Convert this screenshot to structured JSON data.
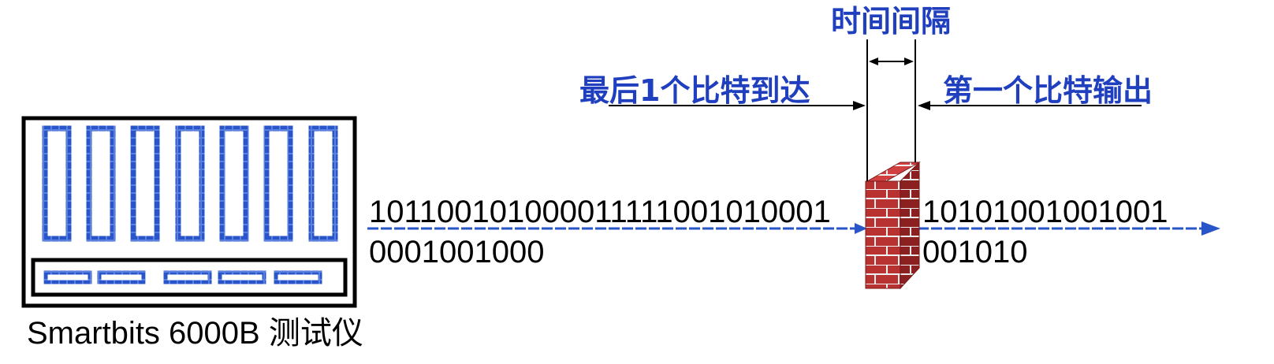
{
  "labels": {
    "interval": "时间间隔",
    "last_bit_arrival": "最后1个比特到达",
    "first_bit_output": "第一个比特输出"
  },
  "bits": {
    "input_line1": "101100101000011111001010001",
    "input_line2": "0001001000",
    "output_line1": "10101001001001",
    "output_line2": "001010"
  },
  "device": {
    "name": "Smartbits 6000B 测试仪"
  },
  "colors": {
    "accent_blue": "#1f3fbf",
    "brick_red": "#b83232",
    "stream_blue": "#2a55c8"
  }
}
